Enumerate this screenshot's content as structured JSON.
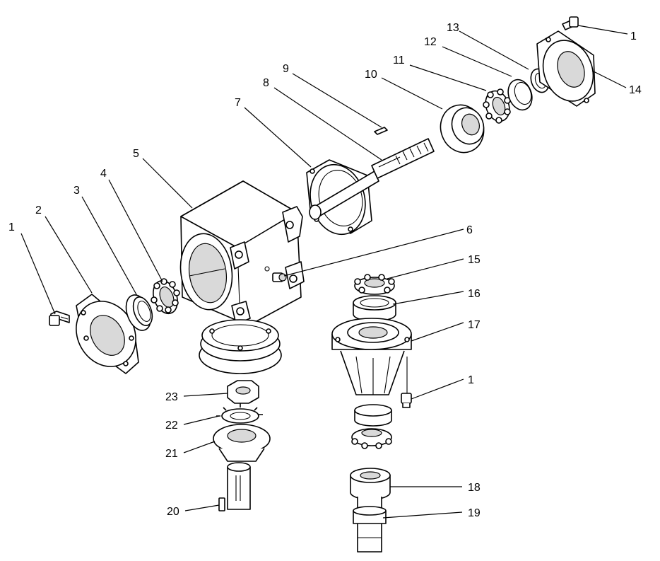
{
  "callouts": [
    {
      "id": "c1a",
      "text": "1"
    },
    {
      "id": "c2",
      "text": "2"
    },
    {
      "id": "c3",
      "text": "3"
    },
    {
      "id": "c4",
      "text": "4"
    },
    {
      "id": "c5",
      "text": "5"
    },
    {
      "id": "c6",
      "text": "6"
    },
    {
      "id": "c7",
      "text": "7"
    },
    {
      "id": "c8",
      "text": "8"
    },
    {
      "id": "c9",
      "text": "9"
    },
    {
      "id": "c10",
      "text": "10"
    },
    {
      "id": "c11",
      "text": "11"
    },
    {
      "id": "c12",
      "text": "12"
    },
    {
      "id": "c13",
      "text": "13"
    },
    {
      "id": "c1b",
      "text": "1"
    },
    {
      "id": "c14",
      "text": "14"
    },
    {
      "id": "c15",
      "text": "15"
    },
    {
      "id": "c16",
      "text": "16"
    },
    {
      "id": "c17",
      "text": "17"
    },
    {
      "id": "c1c",
      "text": "1"
    },
    {
      "id": "c18",
      "text": "18"
    },
    {
      "id": "c19",
      "text": "19"
    },
    {
      "id": "c20",
      "text": "20"
    },
    {
      "id": "c21",
      "text": "21"
    },
    {
      "id": "c22",
      "text": "22"
    },
    {
      "id": "c23",
      "text": "23"
    }
  ]
}
